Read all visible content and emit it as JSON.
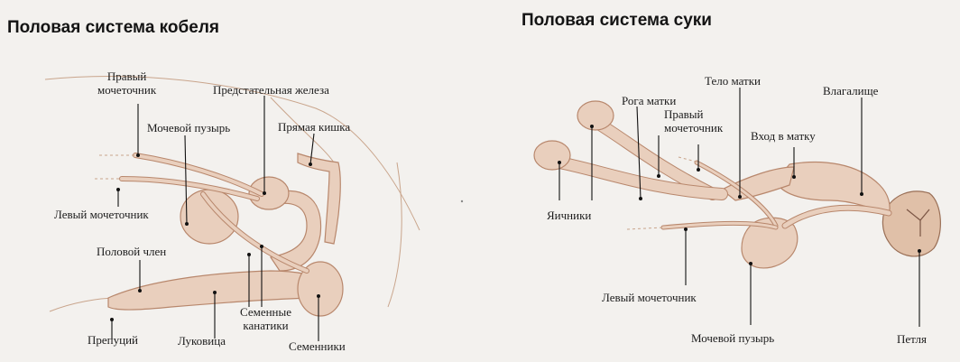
{
  "male": {
    "title": "Половая система кобеля",
    "labels": {
      "right_ureter": [
        "Правый",
        "мочеточник"
      ],
      "prostate": "Предстательная железа",
      "bladder": "Мочевой пузырь",
      "rectum": "Прямая кишка",
      "left_ureter": "Левый мочеточник",
      "penis": "Половой член",
      "spermatic_cords": [
        "Семенные",
        "канатики"
      ],
      "prepuce": "Препуций",
      "bulb": "Луковица",
      "testes": "Семенники"
    }
  },
  "female": {
    "title": "Половая система суки",
    "labels": {
      "uterine_horns": "Рога матки",
      "uterine_body": "Тело матки",
      "right_ureter": [
        "Правый",
        "мочеточник"
      ],
      "vagina": "Влагалище",
      "cervix": "Вход в матку",
      "ovaries": "Яичники",
      "left_ureter": "Левый мочеточник",
      "bladder": "Мочевой пузырь",
      "vulva": "Петля"
    }
  },
  "colors": {
    "organ_fill": "#e9cfbd",
    "organ_stroke": "#b8876c",
    "outline": "#c9a58c",
    "leader": "#111111"
  }
}
